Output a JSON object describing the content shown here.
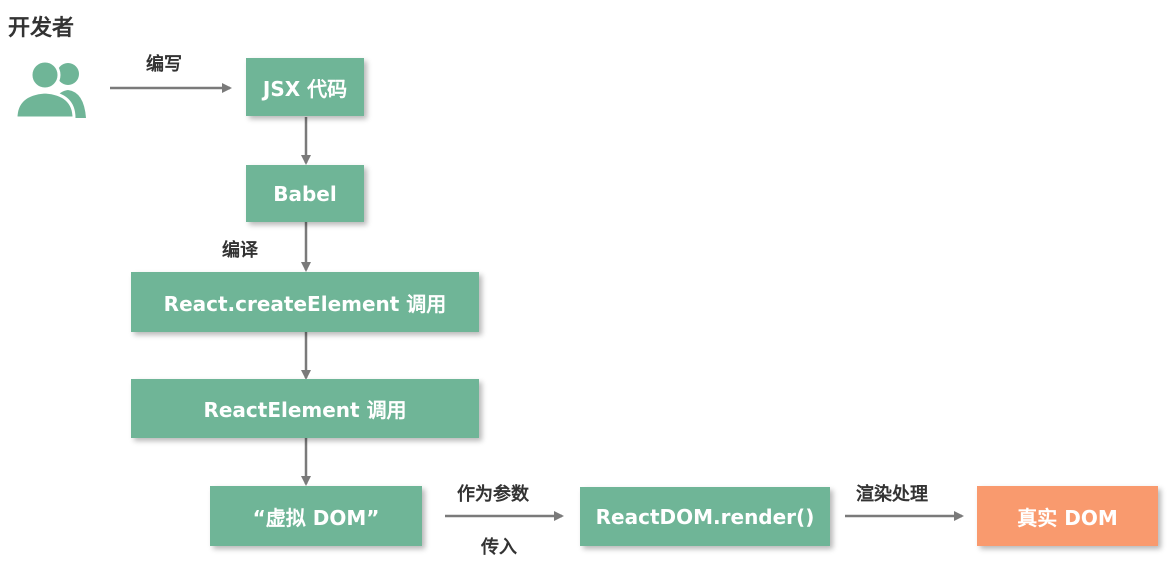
{
  "title": "开发者",
  "icon": "users-icon",
  "colors": {
    "box": "#6fb597",
    "target": "#f99a6e",
    "arrow": "#7a7a7a",
    "text": "#333333"
  },
  "nodes": {
    "jsx": "JSX 代码",
    "babel": "Babel",
    "create_element": "React.createElement 调用",
    "react_element": "ReactElement 调用",
    "virtual_dom": "“虚拟 DOM”",
    "render": "ReactDOM.render()",
    "real_dom": "真实 DOM"
  },
  "edge_labels": {
    "write": "编写",
    "compile": "编译",
    "as_param": "作为参数",
    "pass_in": "传入",
    "render_process": "渲染处理"
  }
}
